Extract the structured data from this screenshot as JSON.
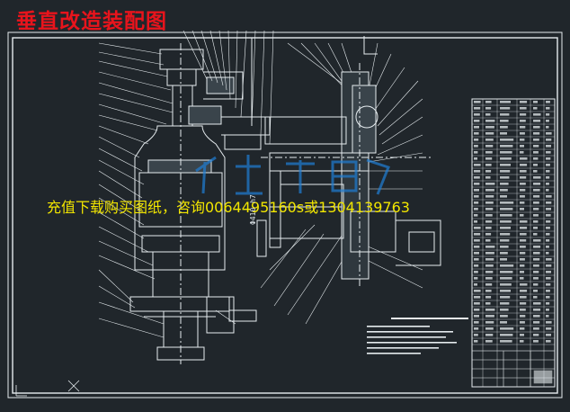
{
  "drawing": {
    "title": "垂直改造装配图",
    "watermark": "充值下载购买图纸，咨询0064495160s或1304139763",
    "dimension_label": "Φ410 h7",
    "colors": {
      "background": "#20262b",
      "line": "#e6ecef",
      "title": "#e8141c",
      "watermark": "#f2e600",
      "logo": "#1f7fd6"
    },
    "layout": {
      "parts_table": "right",
      "title_block": "bottom-right",
      "main_view": "center-left",
      "side_view": "center-right"
    }
  }
}
